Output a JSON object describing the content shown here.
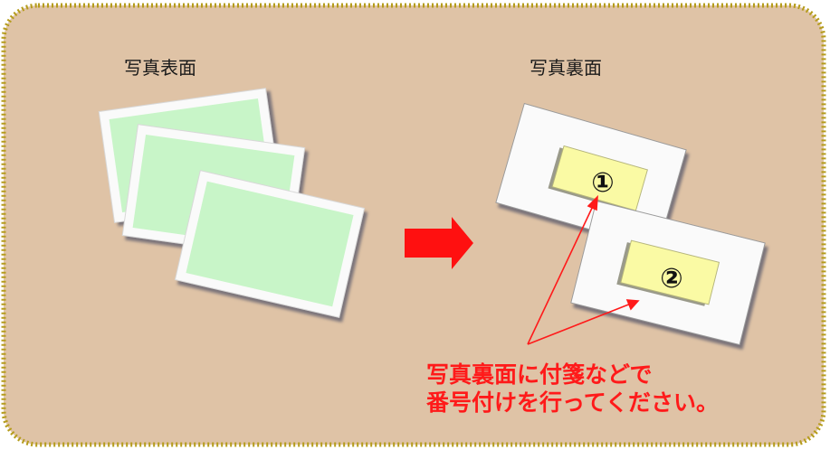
{
  "front_label": "写真表面",
  "back_label": "写真裏面",
  "sticky_1": "①",
  "sticky_2": "②",
  "instruction_line1": "写真裏面に付箋などで",
  "instruction_line2": "番号付けを行ってください。",
  "colors": {
    "panel_fill": "#dfc3a6",
    "panel_border": "#b59c1c",
    "photo_front_fill": "#c8f5c8",
    "photo_back_fill": "#fafafa",
    "sticky_fill": "#fafaa4",
    "arrow_fill": "#ff1010",
    "annotation_color": "#ff1a1a"
  },
  "icons": [
    "right-arrow-icon"
  ]
}
